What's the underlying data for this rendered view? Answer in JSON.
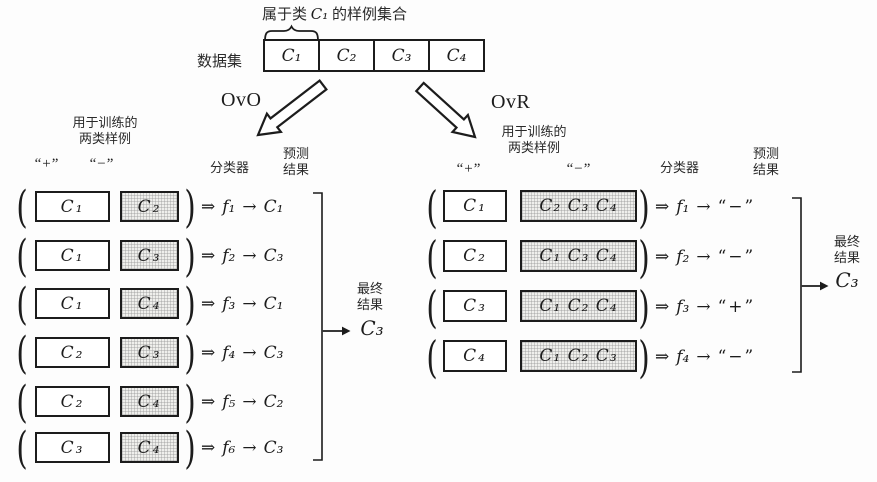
{
  "top": {
    "brace_label_pre": "属于类 ",
    "brace_label_math": "C₁",
    "brace_label_post": " 的样例集合",
    "dataset_label": "数据集",
    "cells": [
      "C₁",
      "C₂",
      "C₃",
      "C₄"
    ]
  },
  "branches": {
    "left": "OvO",
    "right": "OvR"
  },
  "sym": {
    "implies": "⇒",
    "to": "→"
  },
  "ovo": {
    "header": {
      "train": "用于训练的\n两类样例",
      "pos": "“+”",
      "neg": "“−”",
      "clf": "分类器",
      "pred": "预测\n结果"
    },
    "rows": [
      {
        "pos": "C₁",
        "neg": "C₂",
        "clf": "f₁",
        "result": "C₁"
      },
      {
        "pos": "C₁",
        "neg": "C₃",
        "clf": "f₂",
        "result": "C₃"
      },
      {
        "pos": "C₁",
        "neg": "C₄",
        "clf": "f₃",
        "result": "C₁"
      },
      {
        "pos": "C₂",
        "neg": "C₃",
        "clf": "f₄",
        "result": "C₃"
      },
      {
        "pos": "C₂",
        "neg": "C₄",
        "clf": "f₅",
        "result": "C₂"
      },
      {
        "pos": "C₃",
        "neg": "C₄",
        "clf": "f₆",
        "result": "C₃"
      }
    ],
    "final": {
      "label": "最终\n结果",
      "value": "C₃"
    }
  },
  "ovr": {
    "header": {
      "train": "用于训练的\n两类样例",
      "pos": "“+”",
      "neg": "“−”",
      "clf": "分类器",
      "pred": "预测\n结果"
    },
    "rows": [
      {
        "pos": "C₁",
        "neg": "C₂ C₃ C₄",
        "clf": "f₁",
        "result": "“−”"
      },
      {
        "pos": "C₂",
        "neg": "C₁ C₃ C₄",
        "clf": "f₂",
        "result": "“−”"
      },
      {
        "pos": "C₃",
        "neg": "C₁ C₂ C₄",
        "clf": "f₃",
        "result": "“+”"
      },
      {
        "pos": "C₄",
        "neg": "C₁ C₂ C₃",
        "clf": "f₄",
        "result": "“−”"
      }
    ],
    "final": {
      "label": "最终\n结果",
      "value": "C₃"
    }
  },
  "colors": {
    "ink": "#1c1c1c",
    "shade_bg": "#efefec"
  }
}
